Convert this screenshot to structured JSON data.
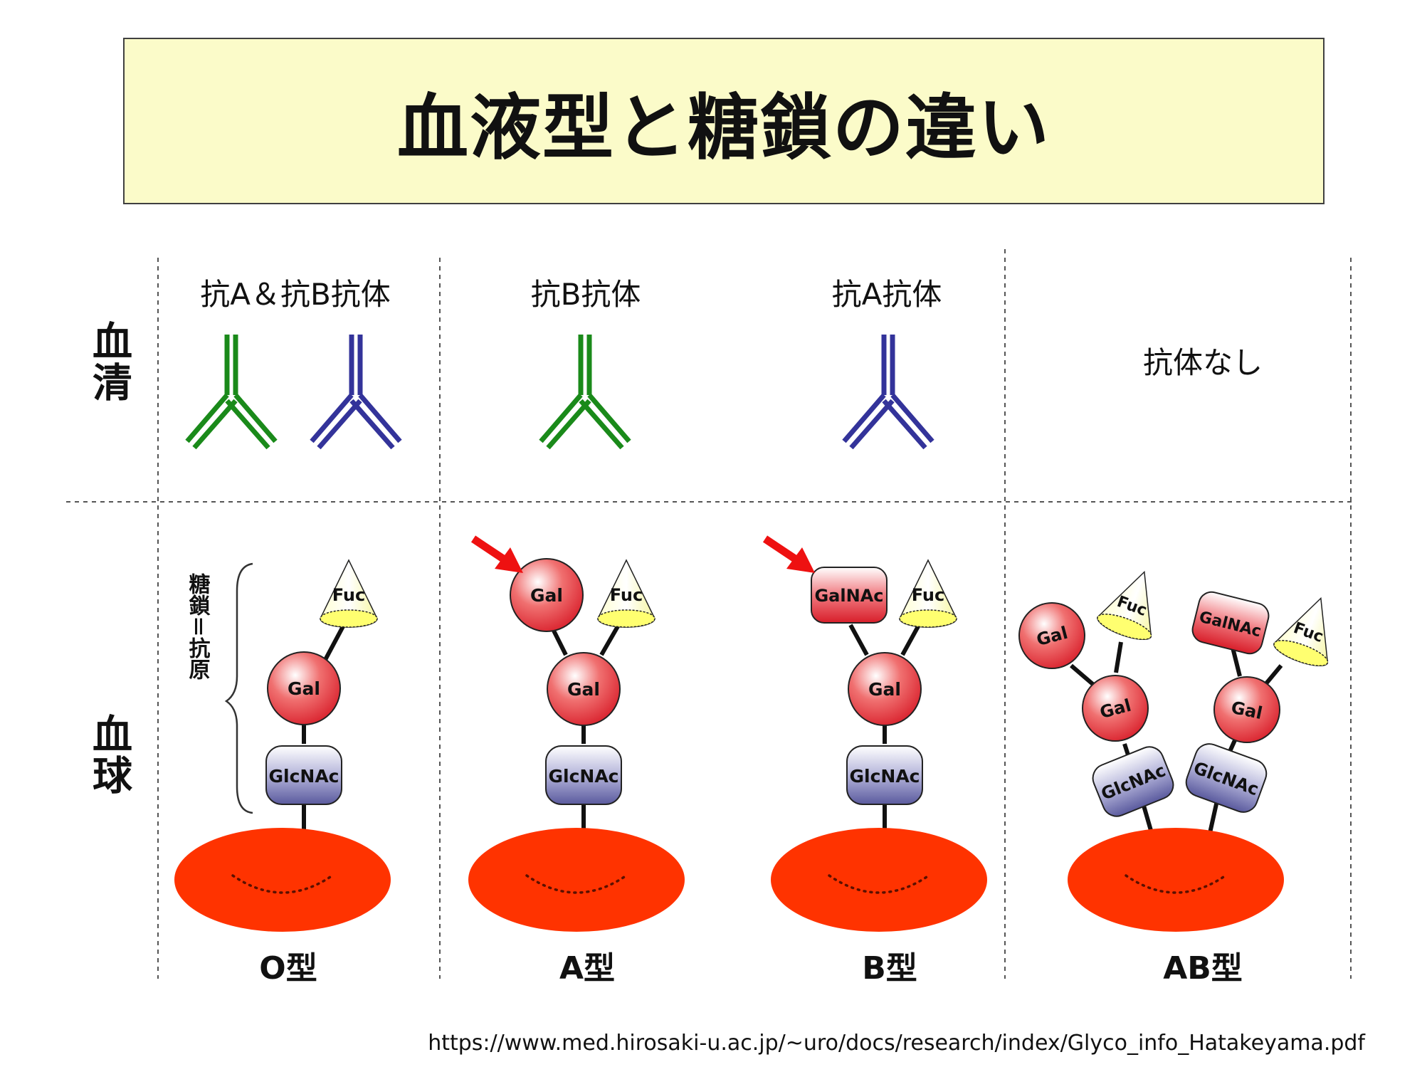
{
  "title": "血液型と糖鎖の違い",
  "row_labels": {
    "serum": "血清",
    "blood_cell": "血球"
  },
  "bracket_label": "糖鎖＝抗原",
  "columns": [
    {
      "antibody_label": "抗A＆抗B抗体",
      "type_label": "O型"
    },
    {
      "antibody_label": "抗B抗体",
      "type_label": "A型"
    },
    {
      "antibody_label": "抗A抗体",
      "type_label": "B型"
    },
    {
      "antibody_label": "抗体なし",
      "type_label": "AB型"
    }
  ],
  "sugars": {
    "fuc": "Fuc",
    "gal": "Gal",
    "glcnac": "GlcNAc",
    "galnac": "GalNAc"
  },
  "colors": {
    "title_bg": "#fbfbc9",
    "anti_b_antibody": "#1a8a1a",
    "anti_a_antibody": "#33339a",
    "red_cell": "#ff3300",
    "gal": "#e8303a",
    "galnac": "#e8303a",
    "glcnac": "#6a6aa8",
    "fuc": "#ffffa0",
    "arrow": "#ee1111"
  },
  "source_url": "https://www.med.hirosaki-u.ac.jp/~uro/docs/research/index/Glyco_info_Hatakeyama.pdf"
}
